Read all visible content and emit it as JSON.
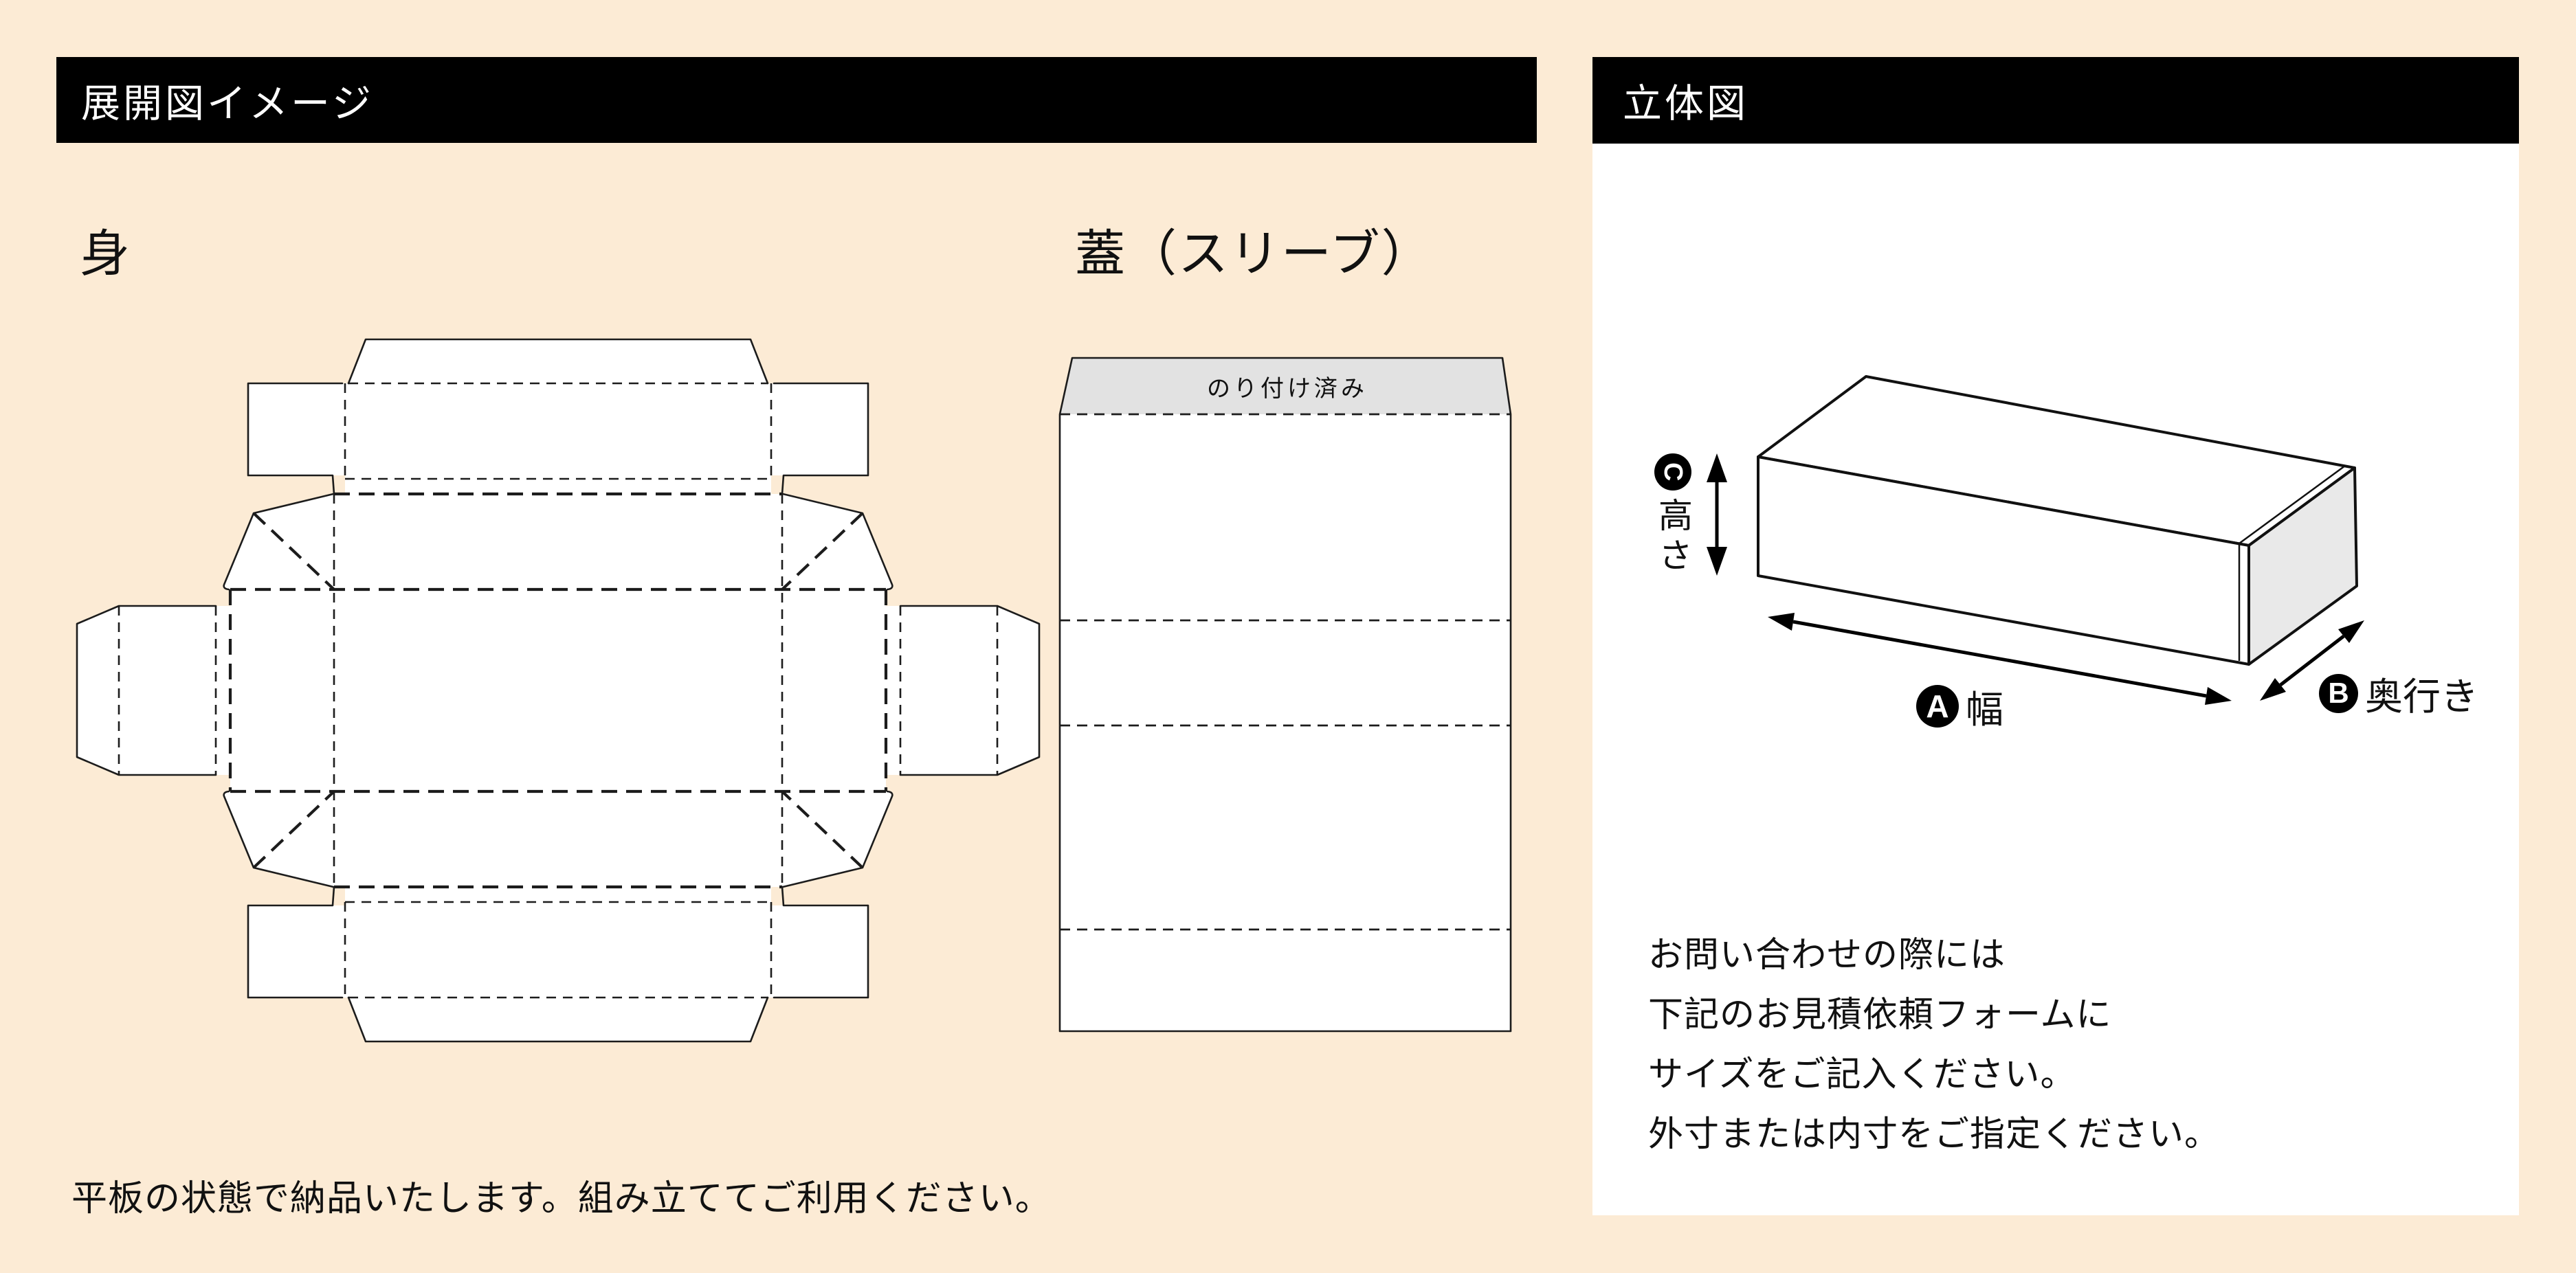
{
  "left_section": {
    "header": "展開図イメージ",
    "body_label": "身",
    "lid_label": "蓋（スリーブ）",
    "sleeve": {
      "glue_label": "のり付け済み"
    },
    "footnote": "平板の状態で納品いたします。組み立ててご利用ください。"
  },
  "right_section": {
    "header": "立体図",
    "dim": {
      "width_letter": "A",
      "width_text": "幅",
      "depth_letter": "B",
      "depth_text": "奥行き",
      "height_letter": "C",
      "height_text": "高さ"
    },
    "note": "お問い合わせの際には\n下記のお見積依頼フォームに\nサイズをご記入ください。\n外寸または内寸をご指定ください。"
  },
  "icons": {
    "height_arrow": "double-headed-vertical-arrow",
    "width_arrow": "double-headed-diagonal-arrow",
    "depth_arrow": "double-headed-diagonal-arrow"
  },
  "colors": {
    "background": "#FCEBD5",
    "header_bg": "#000000",
    "header_text": "#FFFFFF",
    "panel_bg": "#FFFFFF",
    "line": "#1C1C1C",
    "glue_strip_fill": "#E2E2E2",
    "box_side_fill": "#E9E9E9"
  }
}
